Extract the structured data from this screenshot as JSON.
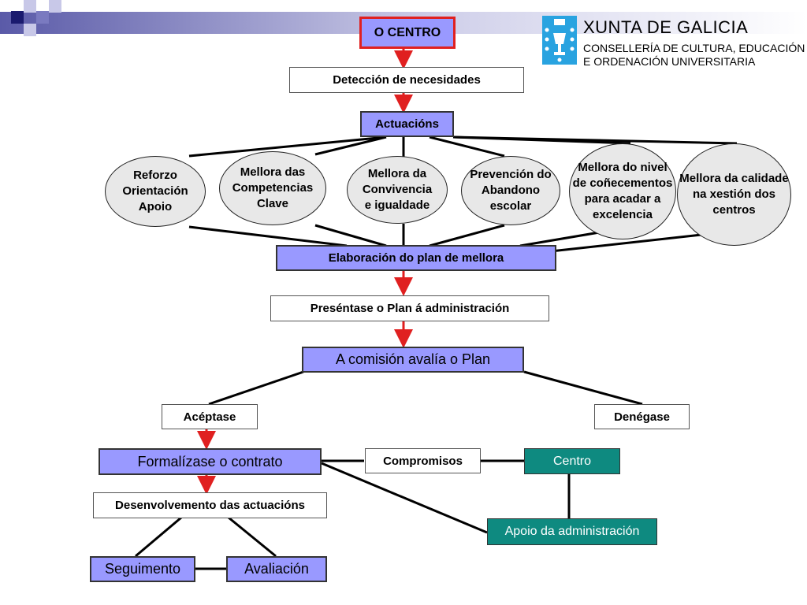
{
  "header": {
    "org_name": "XUNTA DE GALICIA",
    "dept_line1": "CONSELLERÍA DE CULTURA, EDUCACIÓN",
    "dept_line2": "E ORDENACIÓN UNIVERSITARIA"
  },
  "nodes": {
    "centro": "O CENTRO",
    "deteccion": "Detección de necesidades",
    "actuacions": "Actuacións",
    "reforzo": "Reforzo\nOrientación\nApoio",
    "competencias": "Mellora das\nCompetencias\nClave",
    "convivencia": "Mellora da\nConvivencia\ne igualdade",
    "abandono": "Prevención do\nAbandono\nescolar",
    "conecementos": "Mellora do nivel\nde coñecementos\npara acadar a\nexcelencia",
    "calidade": "Mellora da calidade\nna xestión dos\ncentros",
    "elaboracion": "Elaboración do plan de mellora",
    "presentase": "Preséntase o Plan á administración",
    "comision": "A comisión avalía o Plan",
    "aceptase": "Acéptase",
    "denegase": "Denégase",
    "formalizase": "Formalízase o contrato",
    "compromisos": "Compromisos",
    "centro2": "Centro",
    "desenvolvemento": "Desenvolvemento das actuacións",
    "apoio_admin": "Apoio da administración",
    "seguimento": "Seguimento",
    "avaliacion": "Avaliación"
  },
  "colors": {
    "lavender": "#9999ff",
    "teal": "#0e8a80",
    "arrow_red": "#e02020",
    "logo_blue": "#29a3e0"
  }
}
